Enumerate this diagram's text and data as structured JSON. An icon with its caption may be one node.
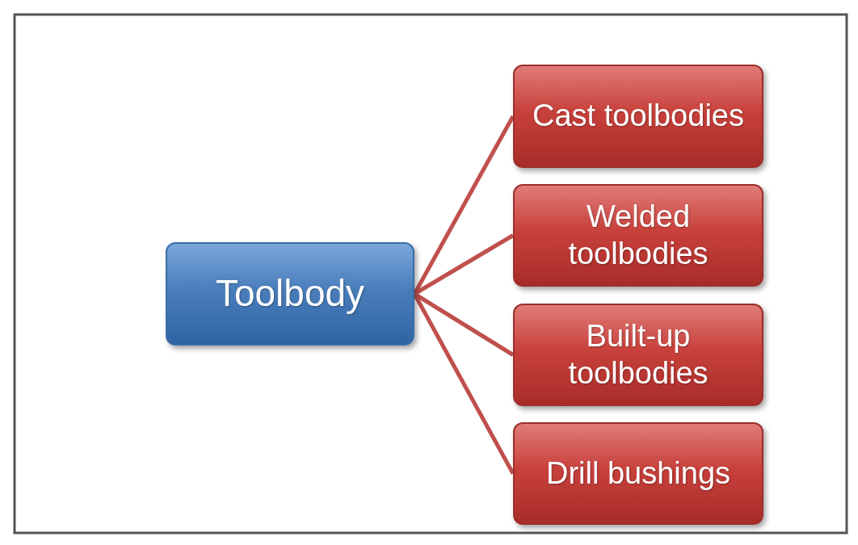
{
  "diagram": {
    "nodes": [
      {
        "text": [
          "Toolbody"
        ]
      },
      {
        "text": [
          "Cast toolbodies"
        ]
      },
      {
        "text": [
          "Welded toolbodies"
        ]
      },
      {
        "text": [
          "Built-up toolbodies"
        ]
      },
      {
        "text": [
          "Drill bushings"
        ]
      }
    ],
    "edges": [
      {
        "from": 0,
        "to": 1,
        "arrow": "none"
      },
      {
        "from": 0,
        "to": 2,
        "arrow": "none"
      },
      {
        "from": 0,
        "to": 3,
        "arrow": "none"
      },
      {
        "from": 0,
        "to": 4,
        "arrow": "none"
      }
    ]
  }
}
